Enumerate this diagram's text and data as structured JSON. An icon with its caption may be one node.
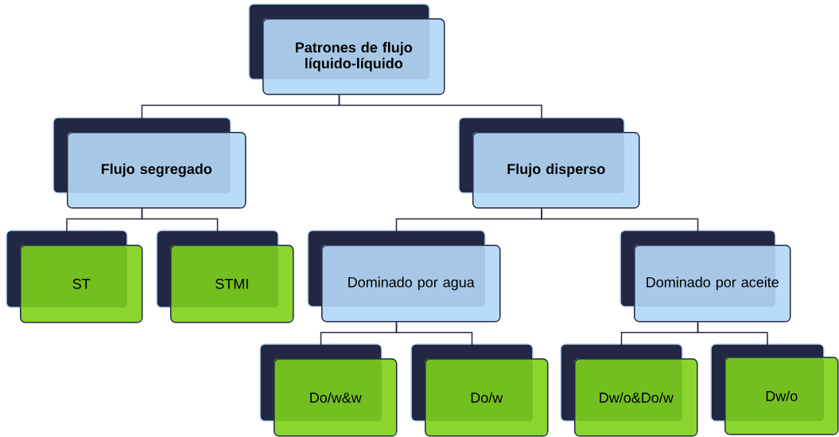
{
  "diagram": {
    "nodes": [
      {
        "text": [
          "Patrones de flujo líquido-líquido"
        ]
      },
      {
        "text": [
          "Flujo segregado"
        ]
      },
      {
        "text": [
          "Flujo disperso"
        ]
      },
      {
        "text": [
          "ST"
        ]
      },
      {
        "text": [
          "STMI"
        ]
      },
      {
        "text": [
          "Dominado por agua"
        ]
      },
      {
        "text": [
          "Dominado por aceite"
        ]
      },
      {
        "text": [
          "Do/w&w"
        ]
      },
      {
        "text": [
          "Do/w"
        ]
      },
      {
        "text": [
          "Dw/o&Do/w"
        ]
      },
      {
        "text": [
          "Dw/o"
        ]
      }
    ],
    "edges": [
      {
        "from": 0,
        "to": 1,
        "arrow": "none"
      },
      {
        "from": 0,
        "to": 2,
        "arrow": "none"
      },
      {
        "from": 1,
        "to": 3,
        "arrow": "none"
      },
      {
        "from": 1,
        "to": 4,
        "arrow": "none"
      },
      {
        "from": 2,
        "to": 5,
        "arrow": "none"
      },
      {
        "from": 2,
        "to": 6,
        "arrow": "none"
      },
      {
        "from": 5,
        "to": 7,
        "arrow": "none"
      },
      {
        "from": 5,
        "to": 8,
        "arrow": "none"
      },
      {
        "from": 6,
        "to": 9,
        "arrow": "none"
      },
      {
        "from": 6,
        "to": 10,
        "arrow": "none"
      }
    ]
  }
}
